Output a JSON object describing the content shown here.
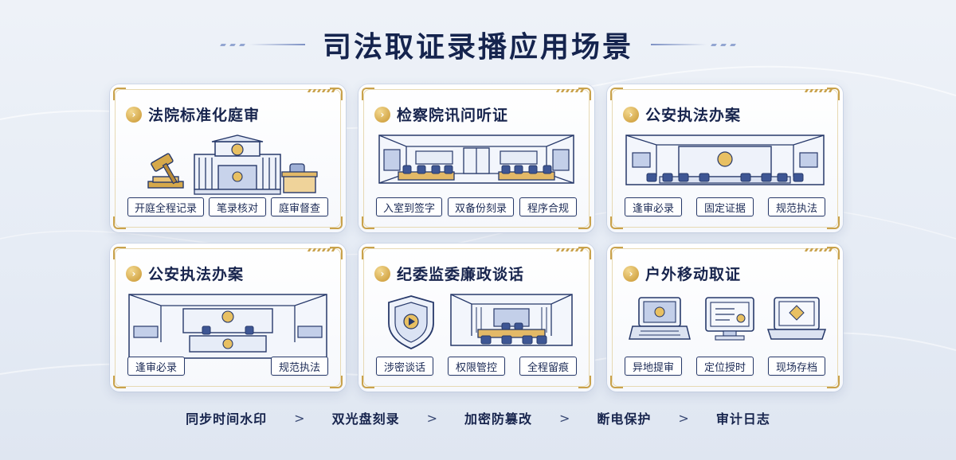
{
  "title": "司法取证录播应用场景",
  "colors": {
    "navy": "#17244d",
    "gold": "#c9a24c",
    "background": "#e9eef6",
    "line": "#27396a"
  },
  "cards": [
    {
      "title": "法院标准化庭审",
      "icon": "courtroom-illustration",
      "tags": [
        "开庭全程记录",
        "笔录核对",
        "庭审督查"
      ]
    },
    {
      "title": "检察院讯问听证",
      "icon": "hearing-room-illustration",
      "tags": [
        "入室到签字",
        "双备份刻录",
        "程序合规"
      ]
    },
    {
      "title": "公安执法办案",
      "icon": "police-office-illustration",
      "tags": [
        "逢审必录",
        "固定证据",
        "规范执法"
      ]
    },
    {
      "title": "公安执法办案",
      "icon": "police-hall-illustration",
      "tags": [
        "逢审必录",
        "规范执法"
      ]
    },
    {
      "title": "纪委监委廉政谈话",
      "icon": "shield-and-meeting-room-illustration",
      "tags": [
        "涉密谈话",
        "权限管控",
        "全程留痕"
      ]
    },
    {
      "title": "户外移动取证",
      "icon": "mobile-devices-illustration",
      "tags": [
        "异地提审",
        "定位授时",
        "现场存档"
      ]
    }
  ],
  "flow": {
    "steps": [
      "同步时间水印",
      "双光盘刻录",
      "加密防篡改",
      "断电保护",
      "审计日志"
    ],
    "separator": ">"
  }
}
